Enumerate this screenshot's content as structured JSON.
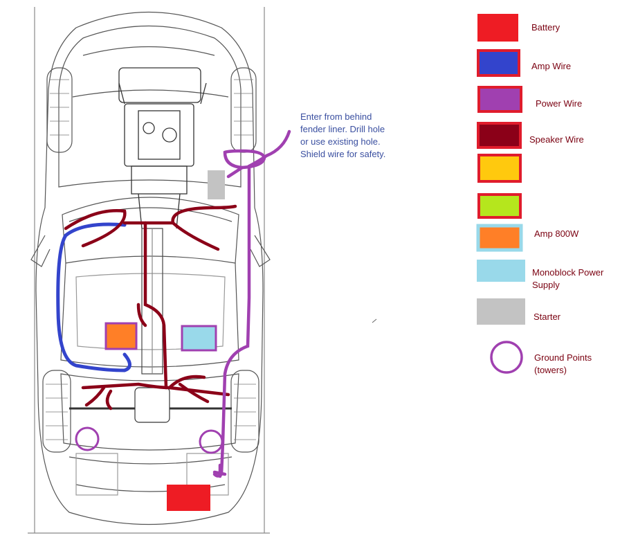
{
  "note": {
    "line1": "Enter from behind",
    "line2": "fender liner. Drill hole",
    "line3": "or use existing hole.",
    "line4": "Shield wire for safety."
  },
  "colors": {
    "battery": "#ee1c24",
    "amp_wire": "#3344cc",
    "power_wire": "#a040b0",
    "speaker_wire": "#8b0018",
    "yellow": "#ffc90e",
    "green": "#b5e61d",
    "amp_800w": "#ff7f27",
    "monoblock": "#99d9ea",
    "starter": "#c3c3c3",
    "border_red": "#e01c2c",
    "label": "#7a0010"
  },
  "legend": {
    "battery": "Battery",
    "amp_wire": "Amp Wire",
    "power_wire": "Power Wire",
    "speaker_wire": "Speaker Wire",
    "amp_800w": "Amp 800W",
    "monoblock_line1": "Monoblock Power",
    "monoblock_line2": "Supply",
    "starter": "Starter",
    "ground_line1": "Ground Points",
    "ground_line2": "(towers)"
  }
}
